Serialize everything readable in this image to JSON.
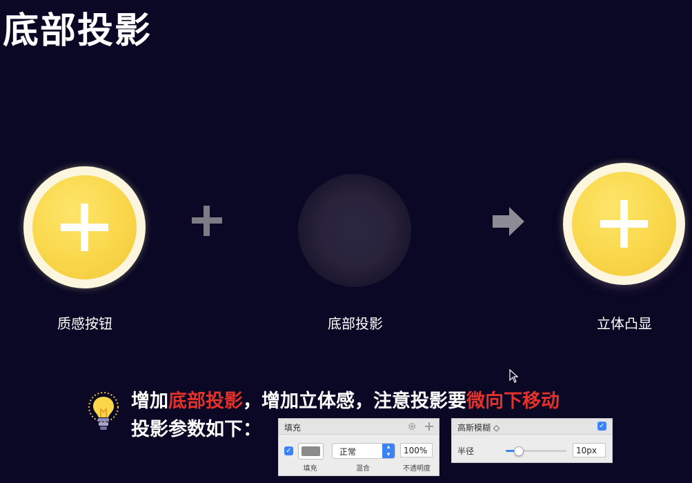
{
  "title": "底部投影",
  "steps": [
    {
      "caption": "质感按钮"
    },
    {
      "caption": "底部投影"
    },
    {
      "caption": "立体凸显"
    }
  ],
  "operators": {
    "plus": "plus-icon",
    "arrow": "arrow-right-icon"
  },
  "tip": {
    "line1_a": "增加",
    "line1_b": "底部投影",
    "line1_c": "，增加立体感，注意投影要",
    "line1_d": "微向下移动",
    "line2": "投影参数如下："
  },
  "fill_panel": {
    "header": "填充",
    "blend_value": "正常",
    "opacity_value": "100%",
    "label_fill": "填充",
    "label_blend": "混合",
    "label_opacity": "不透明度"
  },
  "blur_panel": {
    "header": "高斯模糊 ◇",
    "radius_label": "半径",
    "radius_value": "10px",
    "slider_level": 0.2
  },
  "colors": {
    "background": "#0a0824",
    "button_yellow": "#f9d74a",
    "button_ring": "#fbf6dd",
    "highlight": "#e4322b",
    "accent": "#3b82f6"
  }
}
